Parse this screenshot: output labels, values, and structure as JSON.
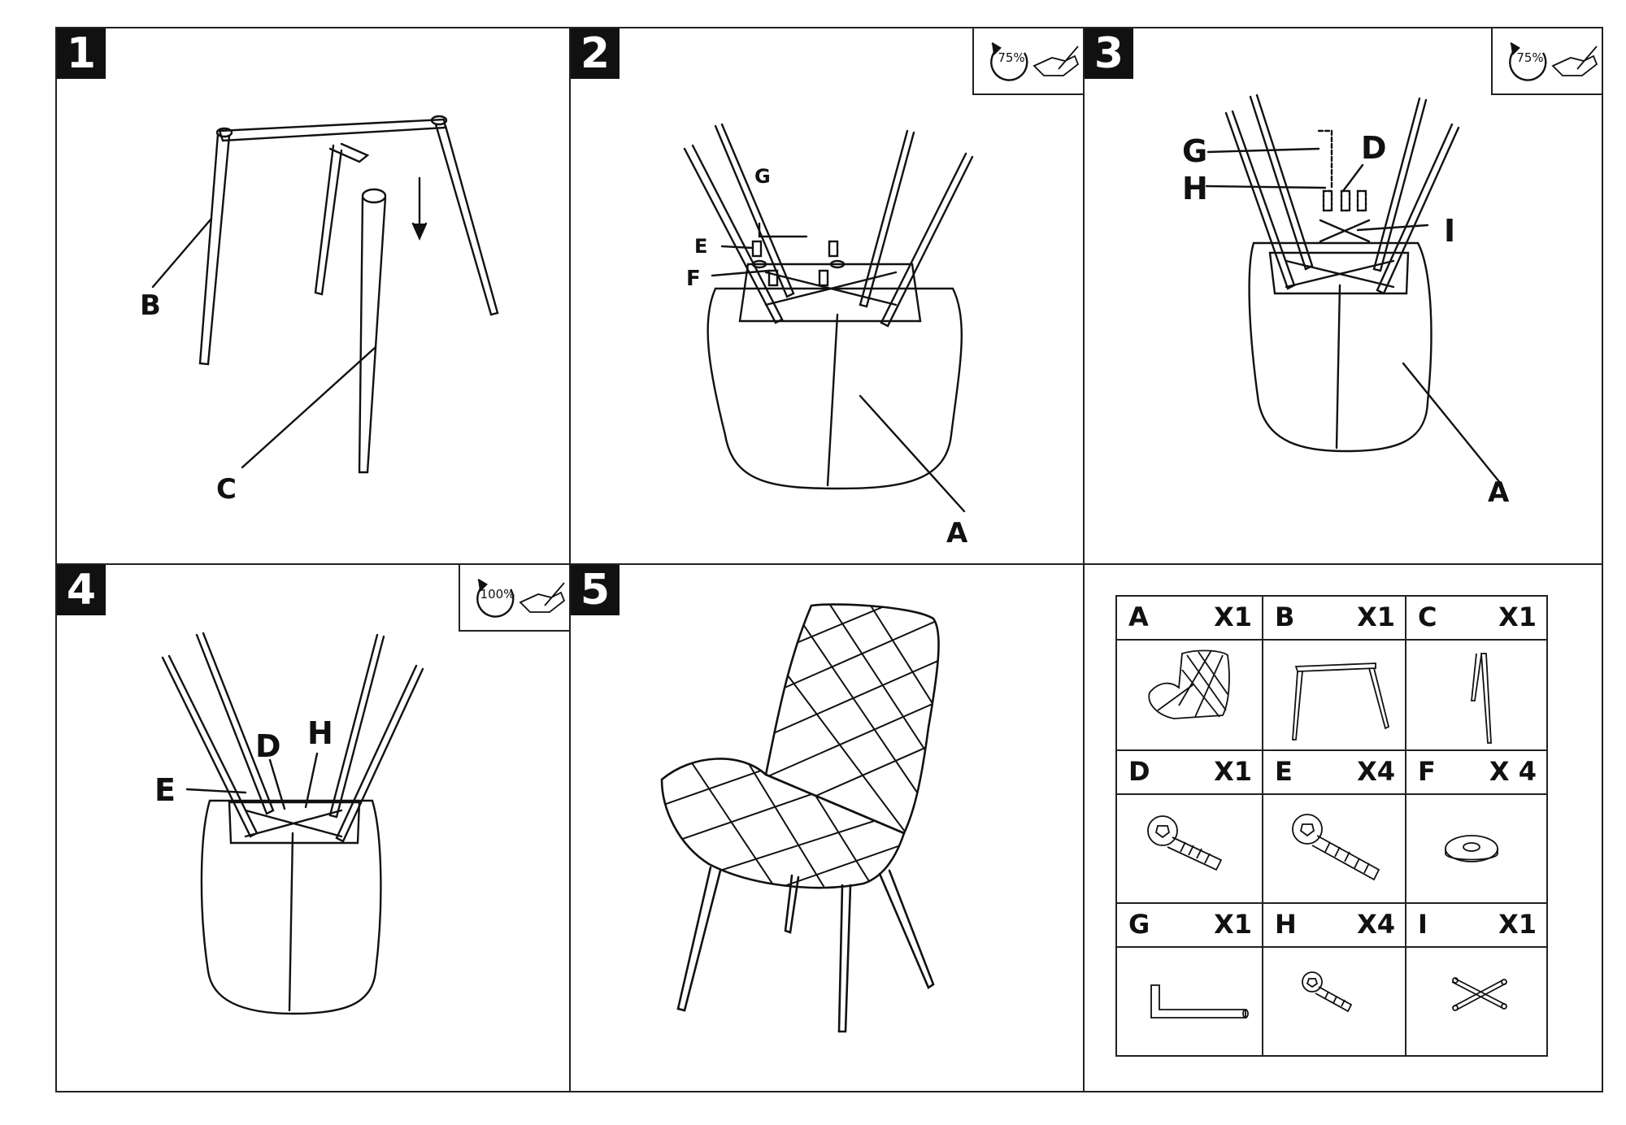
{
  "steps": [
    {
      "number": "1",
      "labels": {
        "b": "B",
        "c": "C"
      }
    },
    {
      "number": "2",
      "rotation": "75%",
      "labels": {
        "g": "G",
        "e": "E",
        "f": "F",
        "a": "A"
      }
    },
    {
      "number": "3",
      "rotation": "75%",
      "labels": {
        "g": "G",
        "d": "D",
        "h": "H",
        "i": "I",
        "a": "A"
      }
    },
    {
      "number": "4",
      "rotation": "100%",
      "labels": {
        "d": "D",
        "h": "H",
        "e": "E"
      }
    },
    {
      "number": "5"
    }
  ],
  "icons": {
    "rotation": "rotate-arrow-icon",
    "tool": "hand-with-allen-key-icon"
  },
  "parts": [
    {
      "letter": "A",
      "qty": "X1",
      "icon": "seat-shell-icon"
    },
    {
      "letter": "B",
      "qty": "X1",
      "icon": "front-leg-frame-icon"
    },
    {
      "letter": "C",
      "qty": "X1",
      "icon": "rear-leg-icon"
    },
    {
      "letter": "D",
      "qty": "X1",
      "icon": "long-bolt-icon"
    },
    {
      "letter": "E",
      "qty": "X4",
      "icon": "bolt-icon"
    },
    {
      "letter": "F",
      "qty": "X 4",
      "icon": "washer-icon"
    },
    {
      "letter": "G",
      "qty": "X1",
      "icon": "allen-key-icon"
    },
    {
      "letter": "H",
      "qty": "X4",
      "icon": "short-bolt-icon"
    },
    {
      "letter": "I",
      "qty": "X1",
      "icon": "cross-bracket-icon"
    }
  ]
}
